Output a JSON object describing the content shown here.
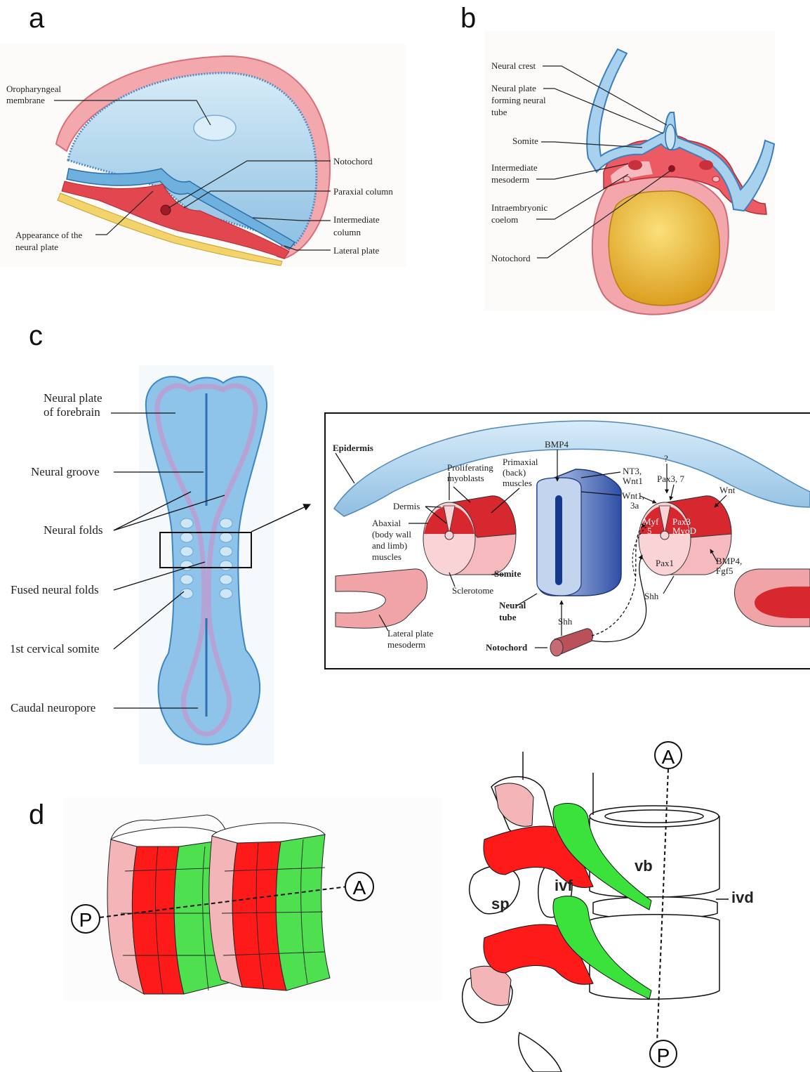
{
  "panel_letters": {
    "a": "a",
    "b": "b",
    "c": "c",
    "d": "d"
  },
  "panel_a": {
    "oropharyngeal": [
      "Oropharyngeal",
      "membrane"
    ],
    "notochord": "Notochord",
    "paraxial": "Paraxial column",
    "intermediate": [
      "Intermediate",
      "column"
    ],
    "lateral": "Lateral plate",
    "neural_plate": [
      "Appearance of the",
      "neural plate"
    ]
  },
  "panel_b": {
    "neural_crest": "Neural crest",
    "neural_plate": [
      "Neural plate",
      "forming neural",
      "tube"
    ],
    "somite": "Somite",
    "intermediate": [
      "Intermediate",
      "mesoderm"
    ],
    "coelom": [
      "Intraembryonic",
      "coelom"
    ],
    "notochord": "Notochord"
  },
  "panel_c_left": {
    "forebrain": [
      "Neural plate",
      "of forebrain"
    ],
    "groove": "Neural groove",
    "folds": "Neural folds",
    "fused": "Fused neural folds",
    "somite": "1st cervical somite",
    "neuropore": "Caudal neuropore"
  },
  "panel_c_inset": {
    "epidermis": "Epidermis",
    "bmp4": "BMP4",
    "proliferating": [
      "Proliferating",
      "myoblasts"
    ],
    "primaxial": [
      "Primaxial",
      "(back)",
      "muscles"
    ],
    "dermis": "Dermis",
    "abaxial": [
      "Abaxial",
      "(body wall",
      "and limb)",
      "muscles"
    ],
    "somite": "Somite",
    "sclerotome": "Sclerotome",
    "neural_tube": [
      "Neural",
      "tube"
    ],
    "nt3": [
      "NT3,",
      "Wnt1"
    ],
    "wnt1": [
      "Wnt1,",
      "3a"
    ],
    "question": "?",
    "pax37": "Pax3, 7",
    "wnt": "Wnt",
    "myf": [
      "Myf",
      "5"
    ],
    "pax3": [
      "Pax3",
      "MyoD"
    ],
    "pax1": "Pax1",
    "bmp4_fgf5": [
      "BMP4,",
      "Fgf5"
    ],
    "shh_right": "Shh",
    "shh_bottom": "Shh",
    "notochord": "Notochord",
    "lateral_plate": [
      "Lateral plate",
      "mesoderm"
    ]
  },
  "panel_d": {
    "left_A": "A",
    "left_P": "P",
    "right_A": "A",
    "right_P": "P",
    "vb": "vb",
    "ivd": "ivd",
    "ivf": "ivf",
    "sp": "sp"
  },
  "colors": {
    "sky_blue": "#a9d0ea",
    "mesoderm_red": "#e2464f",
    "pink": "#f3b7b9",
    "yolk": "#e8b22e",
    "bright_red": "#ff1a1a",
    "bright_green": "#3be23b"
  }
}
